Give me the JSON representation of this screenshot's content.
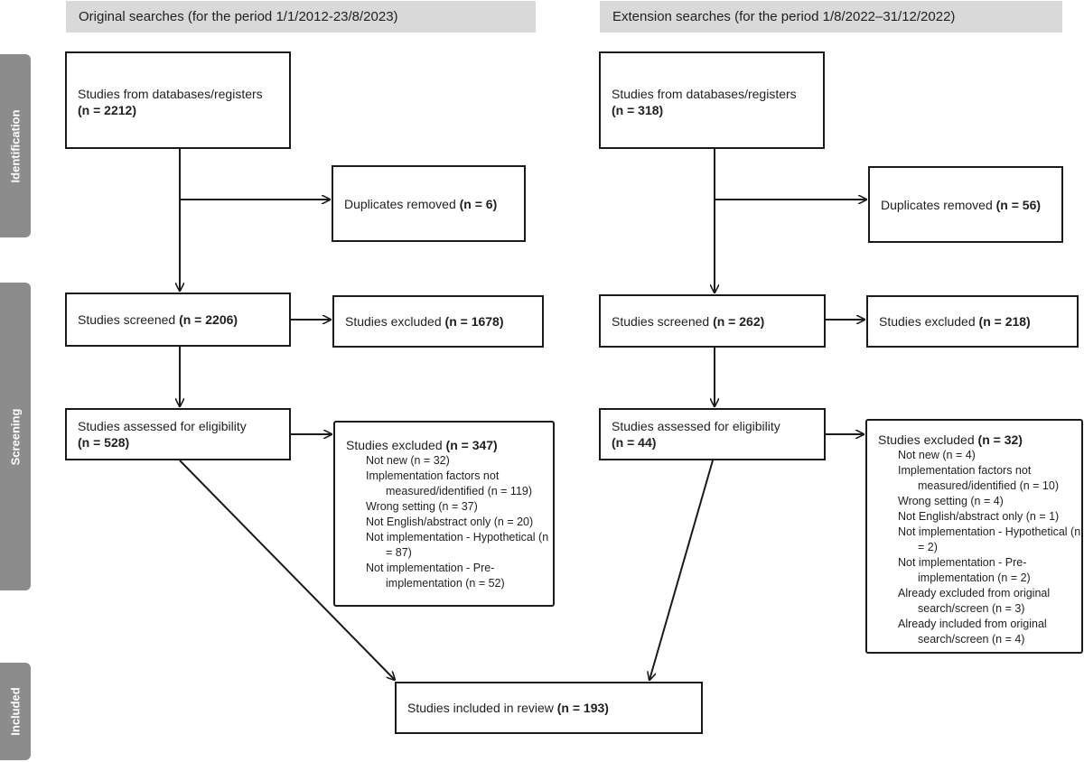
{
  "headers": {
    "left": "Original searches (for the period 1/1/2012-23/8/2023)",
    "right": "Extension searches (for the period 1/8/2022–31/12/2022)"
  },
  "stages": {
    "identification": "Identification",
    "screening": "Screening",
    "included": "Included"
  },
  "left": {
    "records": {
      "label": "Studies from databases/registers",
      "n": "(n = 2212)"
    },
    "duplicates": {
      "label": "Duplicates removed",
      "n": "(n = 6)"
    },
    "screened": {
      "label": "Studies screened",
      "n": "(n = 2206)"
    },
    "excluded_screen": {
      "label": "Studies excluded",
      "n": "(n = 1678)"
    },
    "eligibility": {
      "label": "Studies assessed for eligibility",
      "n": "(n = 528)"
    },
    "excluded_full": {
      "label": "Studies excluded",
      "n": "(n = 347)",
      "reasons": [
        "Not new (n = 32)",
        "Implementation factors not measured/identified (n = 119)",
        "Wrong setting (n = 37)",
        "Not English/abstract only (n = 20)",
        "Not implementation - Hypothetical (n = 87)",
        "Not implementation - Pre-implementation (n = 52)"
      ]
    }
  },
  "right": {
    "records": {
      "label": "Studies from databases/registers",
      "n": "(n = 318)"
    },
    "duplicates": {
      "label": "Duplicates removed",
      "n": "(n = 56)"
    },
    "screened": {
      "label": "Studies screened",
      "n": "(n = 262)"
    },
    "excluded_screen": {
      "label": "Studies excluded",
      "n": "(n = 218)"
    },
    "eligibility": {
      "label": "Studies assessed for eligibility",
      "n": "(n = 44)"
    },
    "excluded_full": {
      "label": "Studies excluded",
      "n": "(n = 32)",
      "reasons": [
        "Not new (n = 4)",
        "Implementation factors not measured/identified (n = 10)",
        "Wrong setting (n = 4)",
        "Not English/abstract only (n = 1)",
        "Not implementation - Hypothetical (n = 2)",
        "Not implementation - Pre-implementation (n = 2)",
        "Already excluded from original search/screen (n = 3)",
        "Already included from original search/screen (n = 4)"
      ]
    }
  },
  "included": {
    "label": "Studies included in review",
    "n": "(n = 193)"
  }
}
